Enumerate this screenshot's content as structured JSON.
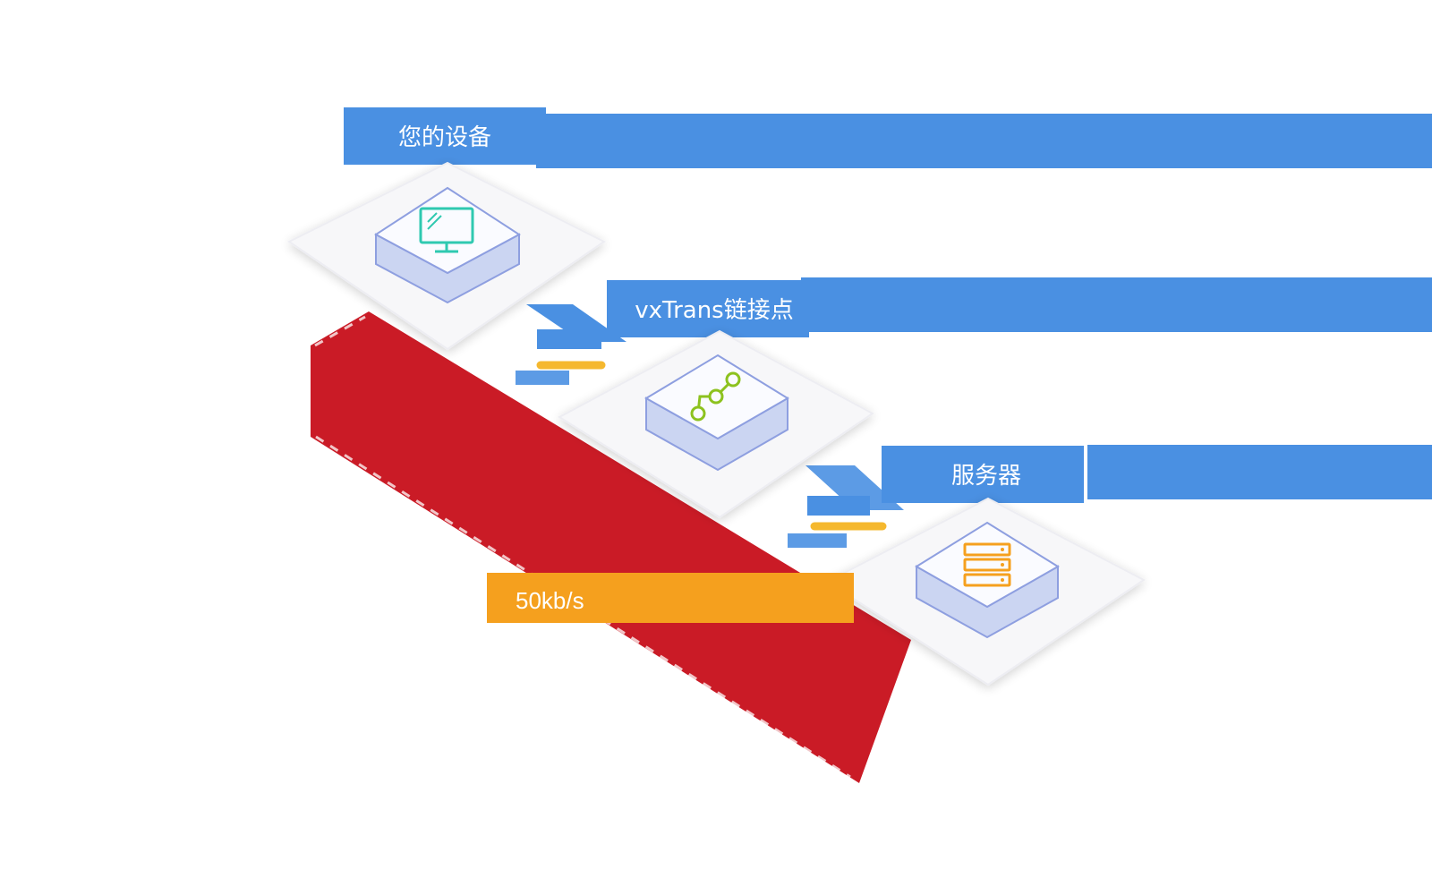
{
  "colors": {
    "label_blue": "#4A90E2",
    "slow_path_red": "#C8141F",
    "speed_orange": "#F5A01E",
    "tile_face": "#F7F7F9",
    "box_top": "#FAFBFF",
    "box_side": "#CBD5F2",
    "box_stroke": "#8E9FE0",
    "monitor_teal": "#2FC9B0",
    "route_green": "#8DC21F",
    "server_orange": "#F5A01E",
    "connector_blue": "#4A90E2",
    "connector_yellow": "#F5B82E"
  },
  "nodes": [
    {
      "id": "device",
      "label": "您的设备",
      "icon": "monitor-icon"
    },
    {
      "id": "relay",
      "label": "vxTrans链接点",
      "icon": "route-icon"
    },
    {
      "id": "server",
      "label": "服务器",
      "icon": "server-icon"
    }
  ],
  "direct_path": {
    "speed_label": "50kb/s"
  }
}
